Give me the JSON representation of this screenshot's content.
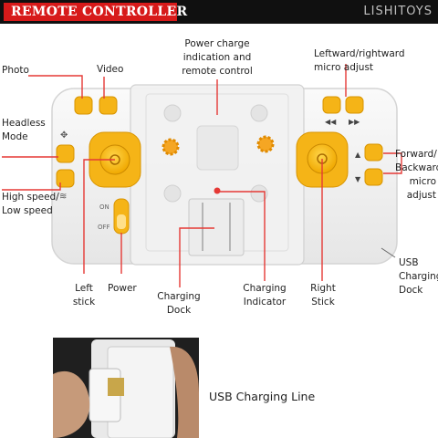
{
  "header": {
    "title": "REMOTE CONTROLLER",
    "brand": "LISHITOYS"
  },
  "labels": {
    "power_charge": [
      "Power charge",
      "indication and",
      "remote control"
    ],
    "micro_adjust": [
      "Leftward/rightward",
      "micro adjust"
    ],
    "photo": "Photo",
    "video": "Video",
    "headless": [
      "Headless",
      "Mode"
    ],
    "speed": [
      "High speed/",
      "Low speed"
    ],
    "forward": [
      "Forward/",
      "Backward",
      "micro",
      "adjust"
    ],
    "usb_dock": [
      "USB",
      "Charging",
      "Dock"
    ],
    "left_stick": [
      "Left",
      "stick"
    ],
    "power": "Power",
    "charging_dock": [
      "Charging",
      "Dock"
    ],
    "charging_indicator": [
      "Charging",
      "Indicator"
    ],
    "right_stick": [
      "Right",
      "Stick"
    ],
    "usb_line": "USB Charging Line",
    "switch_on": "ON",
    "switch_off": "OFF"
  },
  "colors": {
    "accent_red": "#d71a1a",
    "button_yellow": "#f5b417",
    "line_red": "#e53935"
  }
}
